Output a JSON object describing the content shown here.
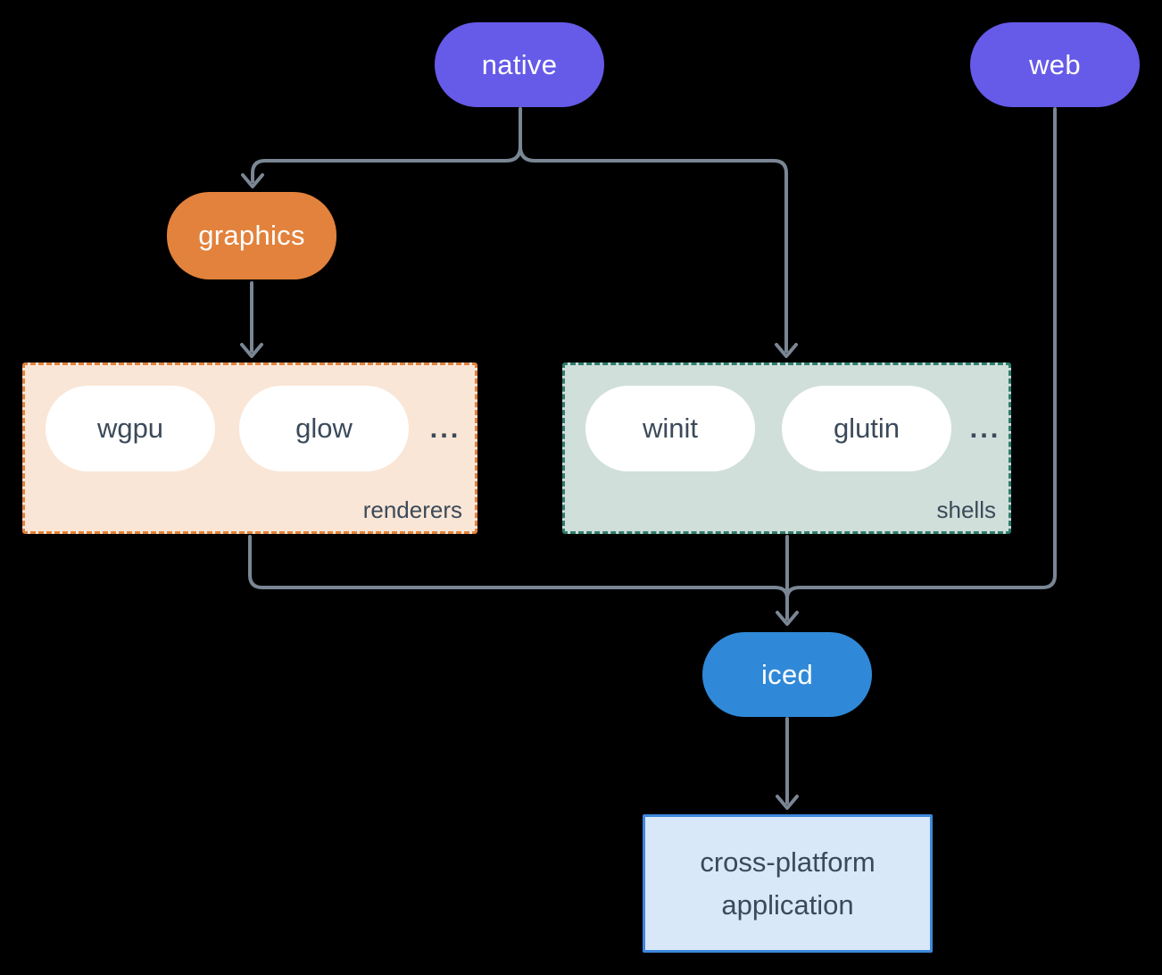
{
  "canvas": {
    "background": "#000000"
  },
  "connector_color": "#7A8694",
  "nodes": {
    "native": {
      "label": "native",
      "color": "#665AE8",
      "text_color": "#FFFFFF"
    },
    "web": {
      "label": "web",
      "color": "#665AE8",
      "text_color": "#FFFFFF"
    },
    "graphics": {
      "label": "graphics",
      "color": "#E2823C",
      "text_color": "#FFFFFF"
    },
    "wgpu": {
      "label": "wgpu",
      "color": "#FFFFFF",
      "text_color": "#3B4A5A"
    },
    "glow": {
      "label": "glow",
      "color": "#FFFFFF",
      "text_color": "#3B4A5A"
    },
    "winit": {
      "label": "winit",
      "color": "#FFFFFF",
      "text_color": "#3B4A5A"
    },
    "glutin": {
      "label": "glutin",
      "color": "#FFFFFF",
      "text_color": "#3B4A5A"
    },
    "iced": {
      "label": "iced",
      "color": "#2F89D8",
      "text_color": "#FFFFFF"
    },
    "application": {
      "label_lines": [
        "cross-platform",
        "application"
      ],
      "fill": "#D8E8F8",
      "border": "#3D88DC",
      "text_color": "#3B4A5A"
    }
  },
  "groups": {
    "renderers": {
      "label": "renderers",
      "ellipsis": "...",
      "fill": "#FAE6D6",
      "border": "#E2823C",
      "label_color": "#3B4A5A",
      "items": [
        "wgpu",
        "glow"
      ]
    },
    "shells": {
      "label": "shells",
      "ellipsis": "...",
      "fill": "#D0DFD9",
      "border": "#2E7D6D",
      "label_color": "#3B4A5A",
      "items": [
        "winit",
        "glutin"
      ]
    }
  },
  "edges": [
    {
      "from": "native",
      "to": "graphics"
    },
    {
      "from": "native",
      "to": "shells"
    },
    {
      "from": "graphics",
      "to": "renderers"
    },
    {
      "from": "renderers",
      "to": "iced"
    },
    {
      "from": "shells",
      "to": "iced"
    },
    {
      "from": "web",
      "to": "iced"
    },
    {
      "from": "iced",
      "to": "application"
    }
  ]
}
